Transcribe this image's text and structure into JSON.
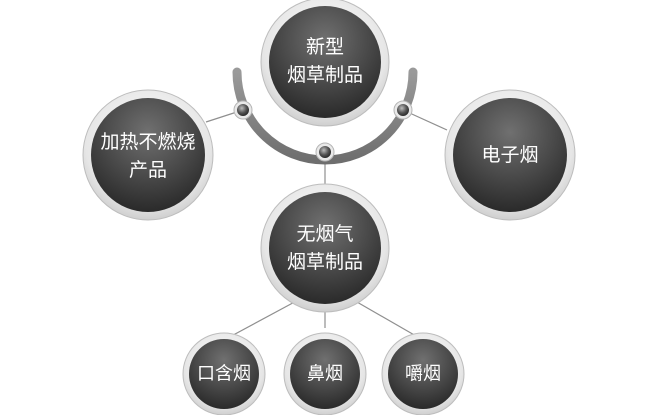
{
  "nodes": {
    "new_tobacco": {
      "line1": "新型",
      "line2": "烟草制品"
    },
    "heat_not_burn": {
      "line1": "加热不燃烧",
      "line2": "产品"
    },
    "e_cigarette": {
      "label": "电子烟"
    },
    "smokeless": {
      "line1": "无烟气",
      "line2": "烟草制品"
    },
    "oral_snuff": {
      "label": "口含烟"
    },
    "nasal_snuff": {
      "label": "鼻烟"
    },
    "chewing_tobacco": {
      "label": "嚼烟"
    }
  },
  "colors": {
    "ring_outer": "#9a9a9a",
    "ring_inner": "#f2f2f2",
    "node_dark": "#2b2b2b",
    "node_mid": "#6f6f6f",
    "arc": "#8c8c8c",
    "connector": "#8f8f8f",
    "text": "#ffffff"
  }
}
